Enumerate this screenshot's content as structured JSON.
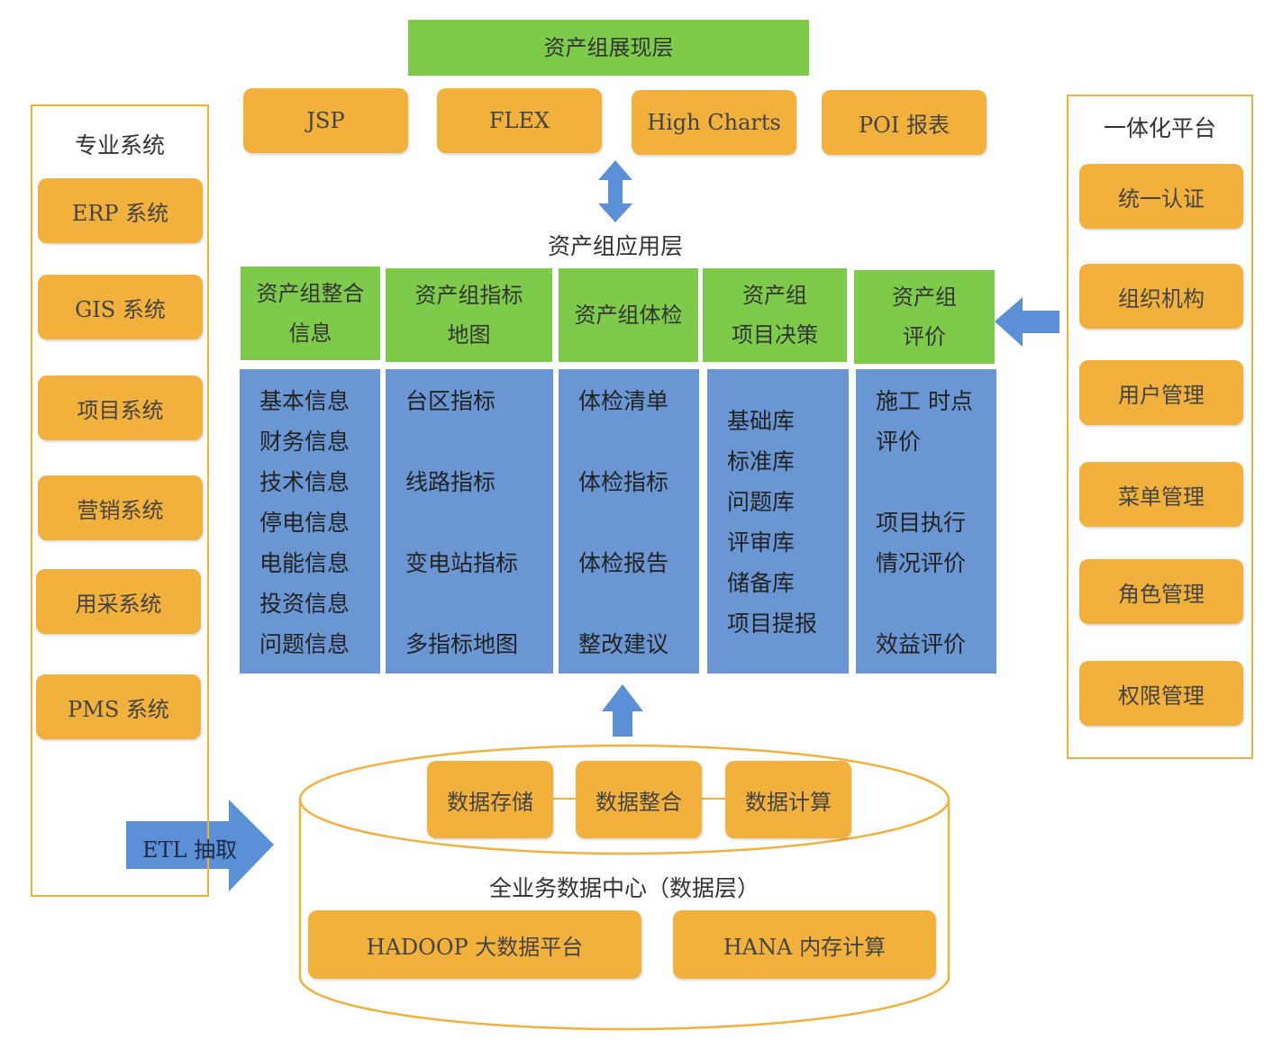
{
  "presentation": {
    "title": "资产组展现层",
    "items": [
      "JSP",
      "FLEX",
      "High Charts",
      "POI 报表"
    ]
  },
  "application": {
    "title": "资产组应用层",
    "columns": [
      {
        "header": [
          "资产组整合",
          "信息"
        ],
        "items": [
          "基本信息",
          "财务信息",
          "技术信息",
          "停电信息",
          "电能信息",
          "投资信息",
          "问题信息"
        ]
      },
      {
        "header": [
          "资产组指标",
          "地图"
        ],
        "items": [
          "台区指标",
          "线路指标",
          "变电站指标",
          "多指标地图"
        ]
      },
      {
        "header": [
          "资产组体检"
        ],
        "items": [
          "体检清单",
          "体检指标",
          "体检报告",
          "整改建议"
        ]
      },
      {
        "header": [
          "资产组",
          "项目决策"
        ],
        "items": [
          "基础库",
          "标准库",
          "问题库",
          "评审库",
          "储备库",
          "项目提报"
        ]
      },
      {
        "header": [
          "资产组",
          "评价"
        ],
        "items": [
          "施工 时点",
          "评价",
          "项目执行",
          "情况评价",
          "效益评价"
        ]
      }
    ]
  },
  "professional": {
    "title": "专业系统",
    "items": [
      "ERP 系统",
      "GIS 系统",
      "项目系统",
      "营销系统",
      "用采系统",
      "PMS 系统"
    ]
  },
  "platform": {
    "title": "一体化平台",
    "items": [
      "统一认证",
      "组织机构",
      "用户管理",
      "菜单管理",
      "角色管理",
      "权限管理"
    ]
  },
  "etl": {
    "label": "ETL 抽取"
  },
  "data_layer": {
    "ops": [
      "数据存储",
      "数据整合",
      "数据计算"
    ],
    "title": "全业务数据中心（数据层）",
    "platforms": [
      "HADOOP 大数据平台",
      "HANA 内存计算"
    ]
  },
  "colors": {
    "orange": "#f2b03c",
    "green": "#7ecb4c",
    "blue": "#6a97d4",
    "arrow": "#5b8fd6"
  }
}
